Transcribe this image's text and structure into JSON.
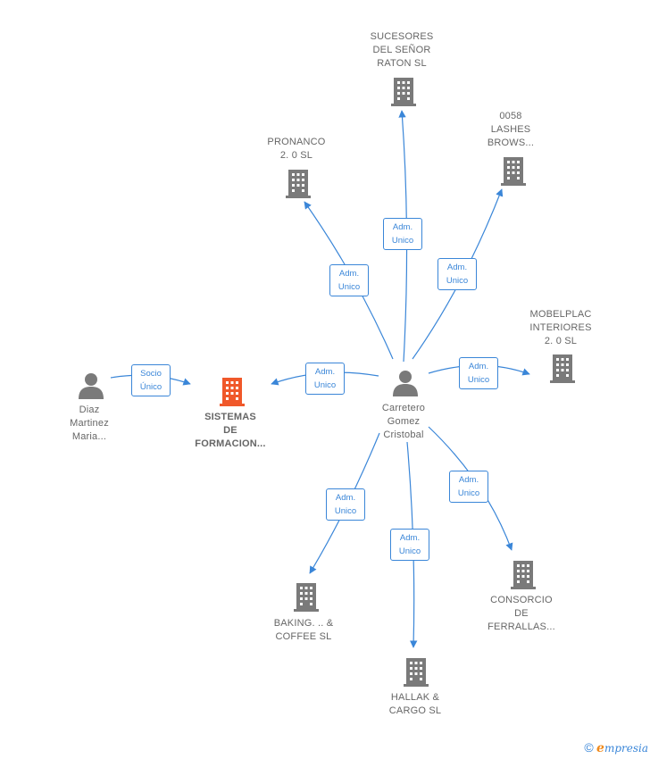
{
  "colors": {
    "edge": "#3a86d8",
    "building": "#7a7a7a",
    "building_main": "#f0582a",
    "person": "#7a7a7a"
  },
  "nodes": {
    "center": {
      "lines": [
        "Carretero",
        "Gomez",
        "Cristobal"
      ],
      "icon": "person-icon"
    },
    "diaz": {
      "lines": [
        "Diaz",
        "Martinez",
        "Maria..."
      ],
      "icon": "person-icon"
    },
    "sistemas": {
      "lines": [
        "SISTEMAS",
        "DE",
        "FORMACION..."
      ],
      "icon": "building-icon"
    },
    "sucesores": {
      "lines": [
        "SUCESORES",
        "DEL SEÑOR",
        "RATON  SL"
      ],
      "icon": "building-icon"
    },
    "lashes": {
      "lines": [
        "0058",
        "LASHES",
        "BROWS..."
      ],
      "icon": "building-icon"
    },
    "pronanco": {
      "lines": [
        "PRONANCO",
        "2. 0 SL"
      ],
      "icon": "building-icon"
    },
    "mobelplac": {
      "lines": [
        "MOBELPLAC",
        "INTERIORES",
        "2. 0  SL"
      ],
      "icon": "building-icon"
    },
    "baking": {
      "lines": [
        "BAKING. .. &",
        "COFFEE  SL"
      ],
      "icon": "building-icon"
    },
    "hallak": {
      "lines": [
        "HALLAK &",
        "CARGO  SL"
      ],
      "icon": "building-icon"
    },
    "consorcio": {
      "lines": [
        "CONSORCIO",
        "DE",
        "FERRALLAS..."
      ],
      "icon": "building-icon"
    }
  },
  "edges": {
    "sucesores": [
      "Adm.",
      "Unico"
    ],
    "lashes": [
      "Adm.",
      "Unico"
    ],
    "pronanco": [
      "Adm.",
      "Unico"
    ],
    "sistemas": [
      "Adm.",
      "Unico"
    ],
    "mobelplac": [
      "Adm.",
      "Unico"
    ],
    "baking": [
      "Adm.",
      "Unico"
    ],
    "hallak": [
      "Adm.",
      "Unico"
    ],
    "consorcio": [
      "Adm.",
      "Unico"
    ],
    "diaz": [
      "Socio",
      "Único"
    ]
  },
  "footer": {
    "copyright": "©",
    "brand_e": "e",
    "brand_rest": "mpresia"
  }
}
